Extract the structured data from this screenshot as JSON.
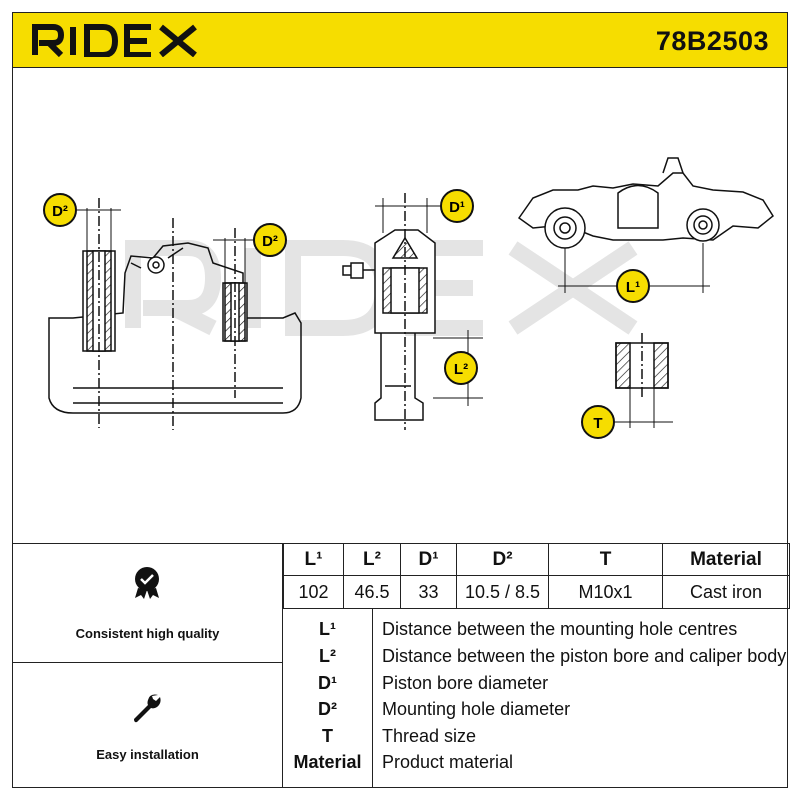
{
  "brand": {
    "name": "RIDEX",
    "accent": "#f6dd00"
  },
  "part_number": "78B2503",
  "drawing": {
    "labels": {
      "d2_left": "D²",
      "d2_right": "D²",
      "d1": "D¹",
      "l1": "L¹",
      "l2": "L²",
      "t": "T"
    }
  },
  "features": [
    {
      "icon": "badge-check-icon",
      "label": "Consistent high quality"
    },
    {
      "icon": "wrench-icon",
      "label": "Easy installation"
    }
  ],
  "specs": {
    "headers": [
      "L¹",
      "L²",
      "D¹",
      "D²",
      "T",
      "Material"
    ],
    "values": [
      "102",
      "46.5",
      "33",
      "10.5 / 8.5",
      "M10x1",
      "Cast iron"
    ]
  },
  "legend": [
    {
      "key": "L¹",
      "desc": "Distance between the mounting hole centres"
    },
    {
      "key": "L²",
      "desc": "Distance between the piston bore and caliper body"
    },
    {
      "key": "D¹",
      "desc": "Piston bore diameter"
    },
    {
      "key": "D²",
      "desc": "Mounting hole diameter"
    },
    {
      "key": "T",
      "desc": "Thread size"
    },
    {
      "key": "Material",
      "desc": "Product material"
    }
  ]
}
